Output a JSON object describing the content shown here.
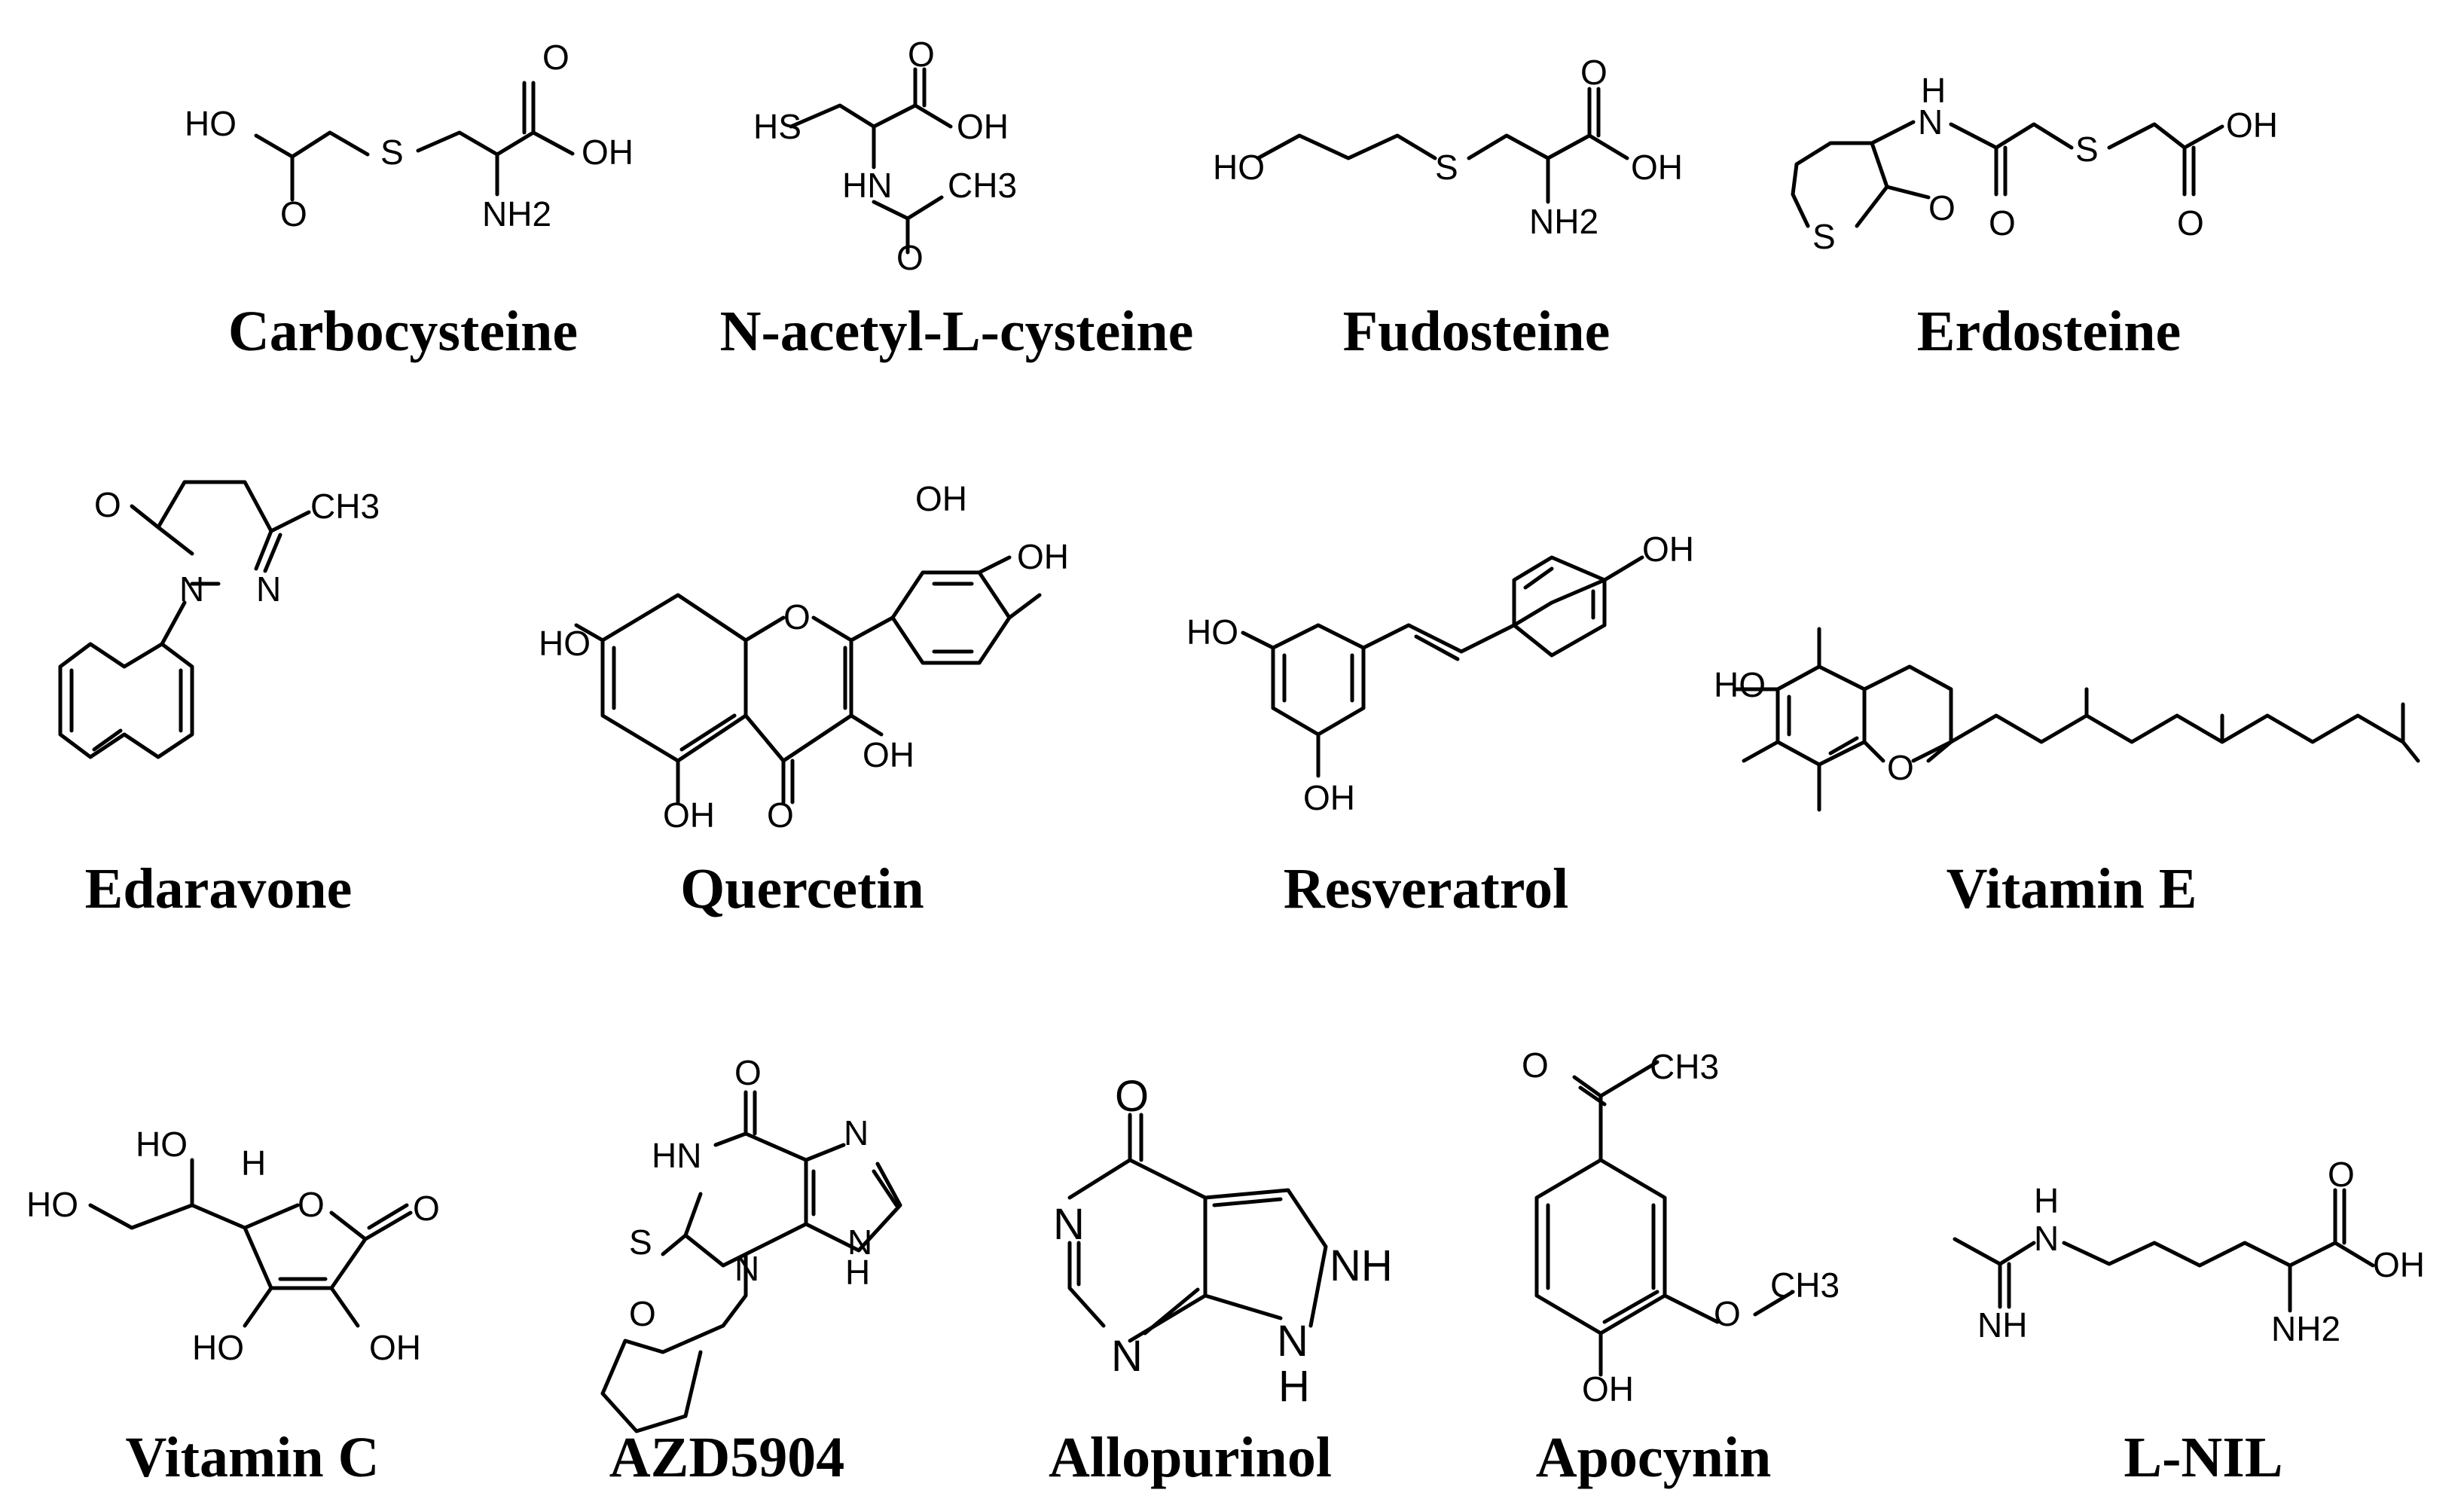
{
  "compounds": [
    {
      "name": "Carbocysteine",
      "bond_stroke": "#000000",
      "atom_labels": [
        "HO",
        "S",
        "O",
        "O",
        "OH",
        "NH2"
      ]
    },
    {
      "name": "N-acetyl-L-cysteine",
      "atom_labels": [
        "HS",
        "O",
        "OH",
        "HN",
        "CH3",
        "O"
      ]
    },
    {
      "name": "Fudosteine",
      "atom_labels": [
        "HO",
        "S",
        "O",
        "OH",
        "NH2"
      ]
    },
    {
      "name": "Erdosteine",
      "atom_labels": [
        "H",
        "N",
        "S",
        "OH",
        "S",
        "O",
        "O",
        "O"
      ]
    },
    {
      "name": "Edaravone",
      "atom_labels": [
        "O",
        "CH3",
        "N",
        "N"
      ]
    },
    {
      "name": "Quercetin",
      "atom_labels": [
        "OH",
        "OH",
        "HO",
        "O",
        "OH",
        "OH",
        "O"
      ]
    },
    {
      "name": "Resveratrol",
      "atom_labels": [
        "OH",
        "HO",
        "OH"
      ]
    },
    {
      "name": "Vitamin E",
      "atom_labels": [
        "HO",
        "O"
      ]
    },
    {
      "name": "Vitamin C",
      "atom_labels": [
        "HO",
        "HO",
        "H",
        "O",
        "O",
        "HO",
        "OH"
      ]
    },
    {
      "name": "AZD5904",
      "atom_labels": [
        "O",
        "HN",
        "N",
        "N",
        "S",
        "N",
        "H",
        "O"
      ]
    },
    {
      "name": "Allopurinol",
      "atom_labels": [
        "O",
        "N",
        "NH",
        "N",
        "N",
        "H"
      ]
    },
    {
      "name": "Apocynin",
      "atom_labels": [
        "O",
        "CH3",
        "O",
        "CH3",
        "OH"
      ]
    },
    {
      "name": "L-NIL",
      "atom_labels": [
        "H",
        "N",
        "O",
        "OH",
        "NH",
        "NH2"
      ]
    }
  ]
}
